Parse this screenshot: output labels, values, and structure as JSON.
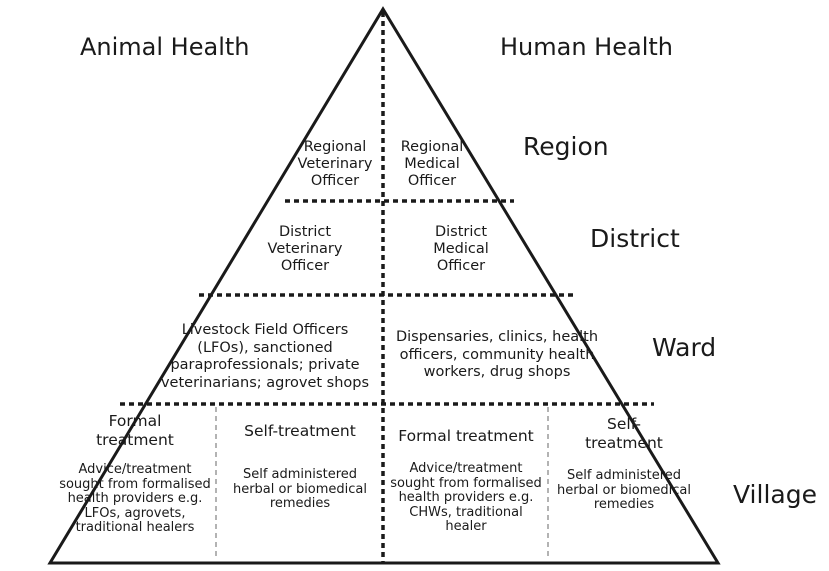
{
  "headers": {
    "animal": "Animal Health",
    "human": "Human Health"
  },
  "levels": {
    "region": "Region",
    "district": "District",
    "ward": "Ward",
    "village": "Village"
  },
  "region": {
    "animal": [
      "Regional",
      "Veterinary",
      "Officer"
    ],
    "human": [
      "Regional",
      "Medical",
      "Officer"
    ]
  },
  "district": {
    "animal": [
      "District",
      "Veterinary",
      "Officer"
    ],
    "human": [
      "District",
      "Medical",
      "Officer"
    ]
  },
  "ward": {
    "animal": [
      "Livestock Field Officers",
      "(LFOs), sanctioned",
      "paraprofessionals; private",
      "veterinarians; agrovet shops"
    ],
    "human": [
      "Dispensaries, clinics, health",
      "officers, community health",
      "workers, drug shops"
    ]
  },
  "village": {
    "animal_formal": {
      "title": [
        "Formal",
        "treatment"
      ],
      "desc": [
        "Advice/treatment",
        "sought from formalised",
        "health providers e.g.",
        "LFOs, agrovets,",
        "traditional healers"
      ]
    },
    "animal_self": {
      "title": [
        "Self-treatment"
      ],
      "desc": [
        "Self administered",
        "herbal or biomedical",
        "remedies"
      ]
    },
    "human_formal": {
      "title": [
        "Formal treatment"
      ],
      "desc": [
        "Advice/treatment",
        "sought from formalised",
        "health providers e.g.",
        "CHWs, traditional",
        "healer"
      ]
    },
    "human_self": {
      "title": [
        "Self-",
        "treatment"
      ],
      "desc": [
        "Self administered",
        "herbal or biomedical",
        "remedies"
      ]
    }
  }
}
